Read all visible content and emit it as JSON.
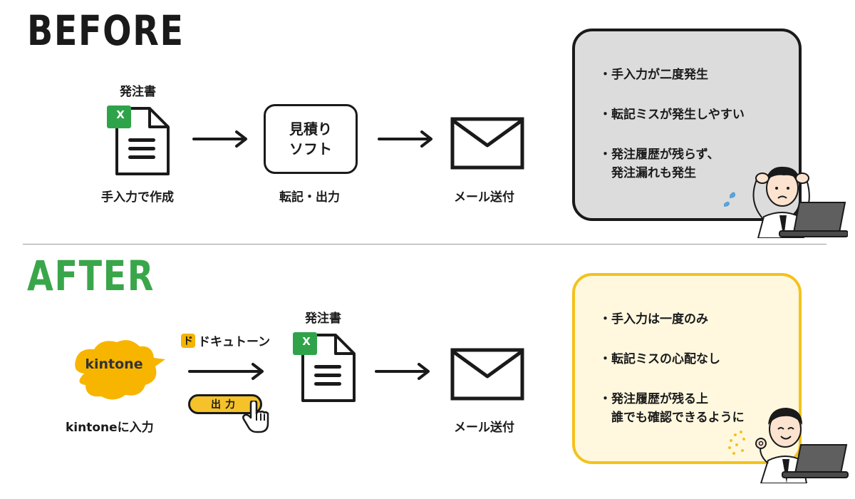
{
  "before": {
    "heading": "BEFORE",
    "doc_title": "発注書",
    "doc_badge": "X",
    "step1_label": "手入力で作成",
    "soft_line1": "見積り",
    "soft_line2": "ソフト",
    "step2_label": "転記・出力",
    "step3_label": "メール送付",
    "notes": [
      "・手入力が二度発生",
      "・転記ミスが発生しやすい",
      "・発注履歴が残らず、",
      "発注漏れも発生"
    ]
  },
  "after": {
    "heading": "AFTER",
    "kintone_logo": "kintone",
    "step1_label": "kintoneに入力",
    "dokuton_mark": "ド",
    "dokuton_name": "ドキュトーン",
    "output_button": "出力",
    "doc_title": "発注書",
    "doc_badge": "X",
    "step3_label": "メール送付",
    "notes": [
      "・手入力は一度のみ",
      "・転記ミスの心配なし",
      "・発注履歴が残る上",
      "誰でも確認できるように"
    ]
  },
  "colors": {
    "after_green": "#3aa64a",
    "excel_green": "#2fa349",
    "kintone_yellow": "#f7b500",
    "before_note_bg": "#dcdcdc",
    "after_note_bg": "#fff8df",
    "after_note_border": "#f4c21b"
  },
  "icons": [
    "excel-document-icon",
    "arrow-right-icon",
    "envelope-icon",
    "pointer-hand-icon",
    "worried-person-illustration",
    "happy-person-illustration"
  ]
}
